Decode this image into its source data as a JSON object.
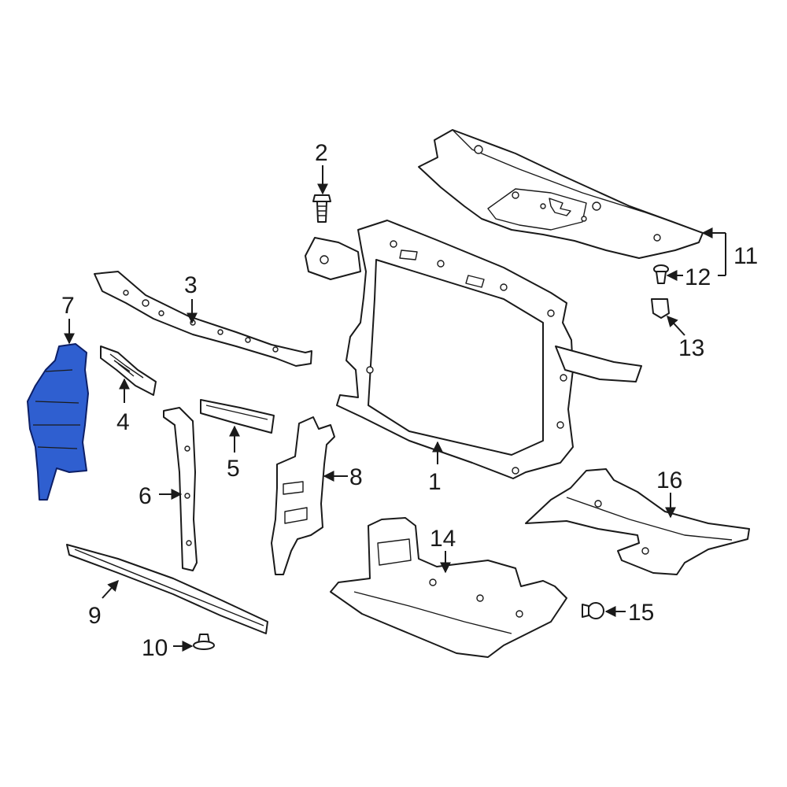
{
  "colors": {
    "line": "#1a1a1a",
    "highlight_fill": "#2f5fd0",
    "highlight_stroke": "#0d1f66",
    "background": "#ffffff"
  },
  "highlighted_part": "7",
  "callouts": {
    "c1": "1",
    "c2": "2",
    "c3": "3",
    "c4": "4",
    "c5": "5",
    "c6": "6",
    "c7": "7",
    "c8": "8",
    "c9": "9",
    "c10": "10",
    "c11": "11",
    "c12": "12",
    "c13": "13",
    "c14": "14",
    "c15": "15",
    "c16": "16"
  }
}
